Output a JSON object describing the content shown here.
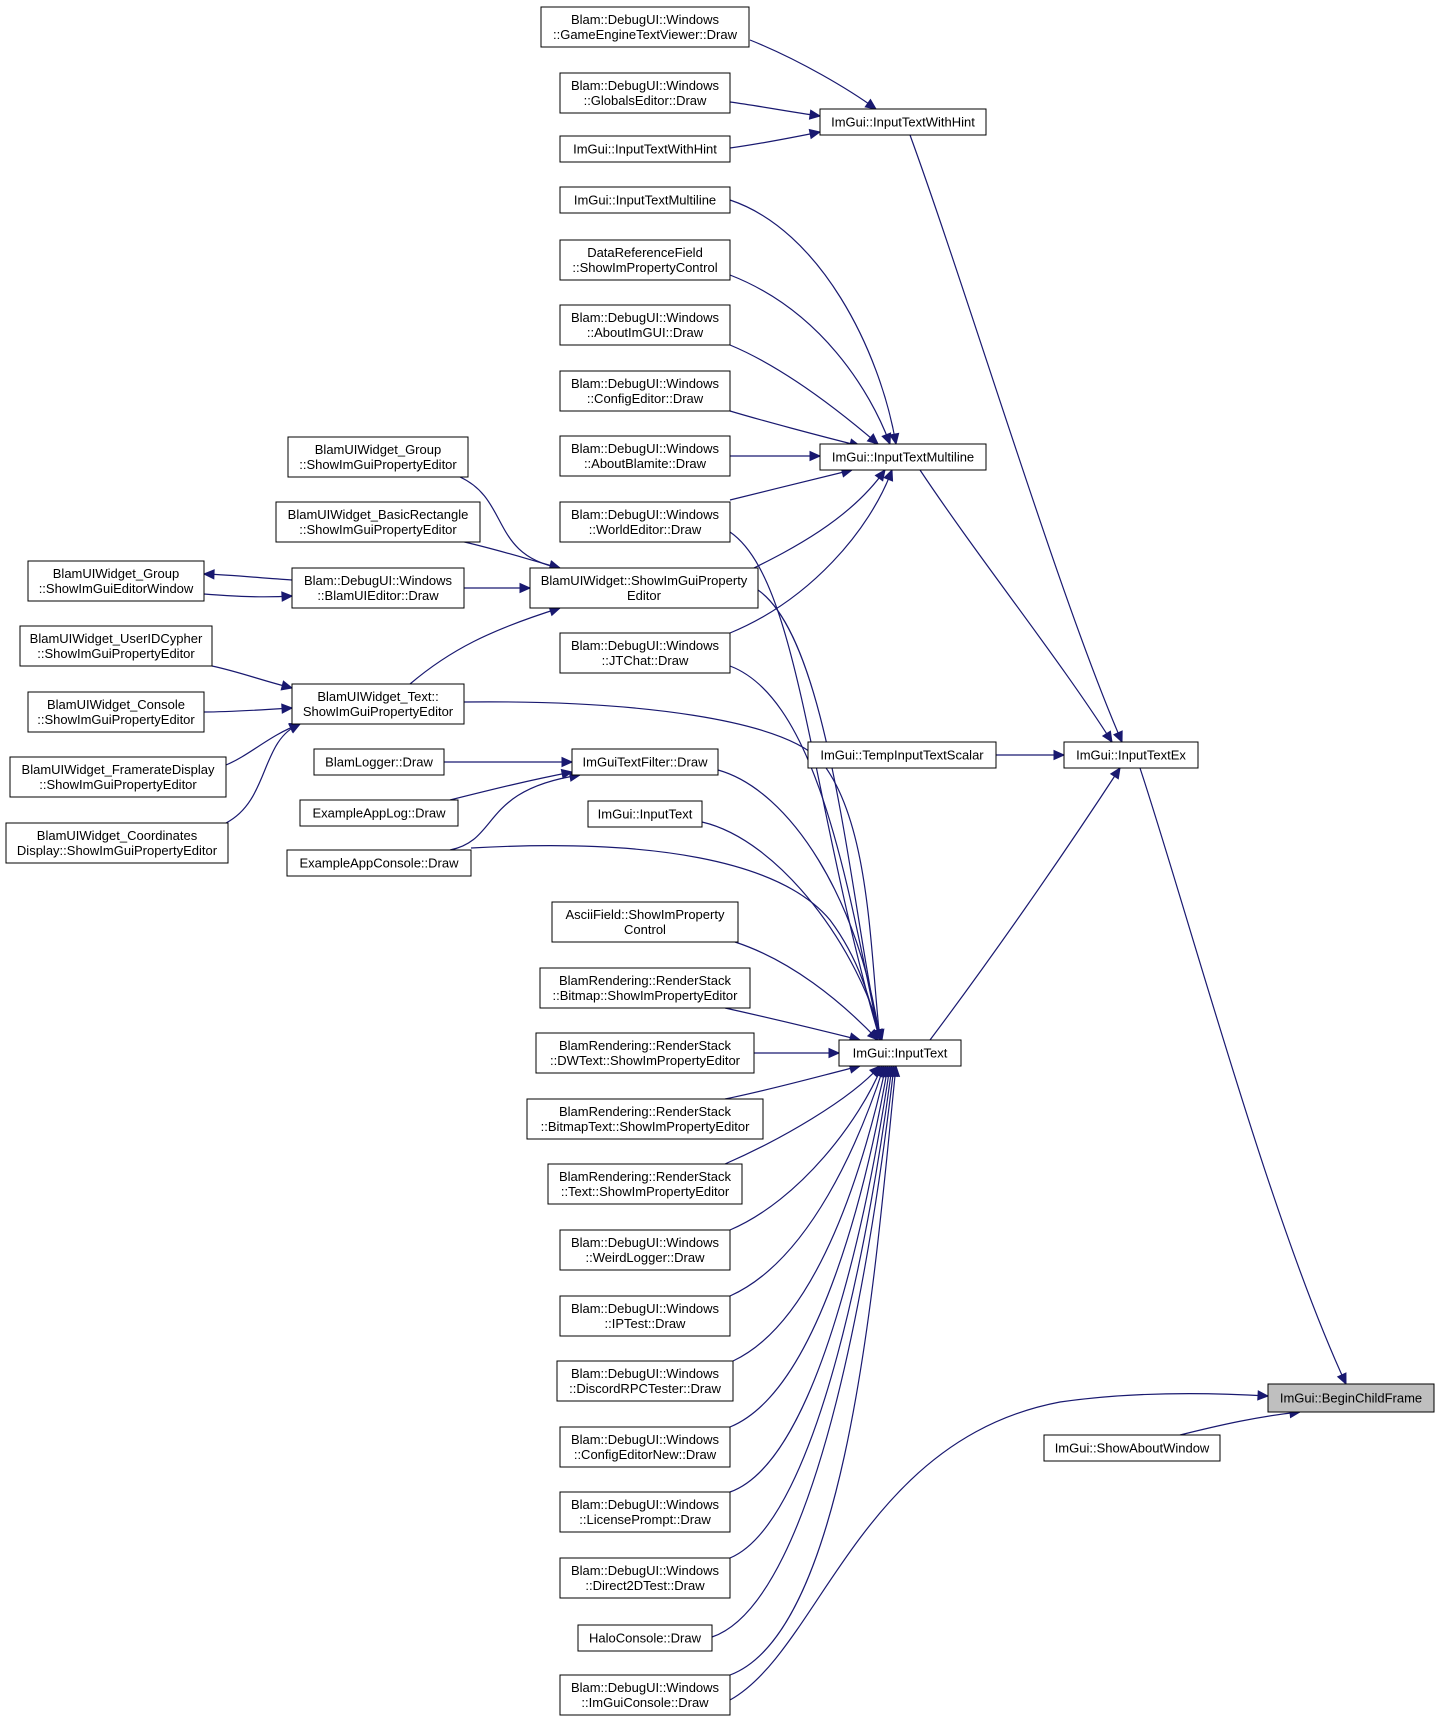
{
  "graph": {
    "target": "ImGui::BeginChildFrame",
    "colors": {
      "edge": "#191970",
      "node_fill": "#ffffff",
      "target_fill": "#bfbfbf",
      "node_border": "#000000"
    },
    "nodes": [
      {
        "id": "n0",
        "lines": [
          "ImGui::BeginChildFrame"
        ],
        "target": true
      },
      {
        "id": "n1",
        "lines": [
          "ImGui::InputTextEx"
        ]
      },
      {
        "id": "n2",
        "lines": [
          "ImGui::ShowAboutWindow"
        ]
      },
      {
        "id": "n3",
        "lines": [
          "ImGui::InputTextWithHint"
        ]
      },
      {
        "id": "n4",
        "lines": [
          "ImGui::InputTextMultiline"
        ]
      },
      {
        "id": "n5",
        "lines": [
          "ImGui::TempInputTextScalar"
        ]
      },
      {
        "id": "n6",
        "lines": [
          "ImGui::InputText"
        ]
      },
      {
        "id": "n7",
        "lines": [
          "Blam::DebugUI::Windows",
          "::GameEngineTextViewer::Draw"
        ]
      },
      {
        "id": "n8",
        "lines": [
          "Blam::DebugUI::Windows",
          "::GlobalsEditor::Draw"
        ]
      },
      {
        "id": "n9",
        "lines": [
          "ImGui::InputTextWithHint"
        ]
      },
      {
        "id": "n10",
        "lines": [
          "ImGui::InputTextMultiline"
        ]
      },
      {
        "id": "n11",
        "lines": [
          "DataReferenceField",
          "::ShowImPropertyControl"
        ]
      },
      {
        "id": "n12",
        "lines": [
          "Blam::DebugUI::Windows",
          "::AboutImGUI::Draw"
        ]
      },
      {
        "id": "n13",
        "lines": [
          "Blam::DebugUI::Windows",
          "::ConfigEditor::Draw"
        ]
      },
      {
        "id": "n14",
        "lines": [
          "Blam::DebugUI::Windows",
          "::AboutBlamite::Draw"
        ]
      },
      {
        "id": "n15",
        "lines": [
          "Blam::DebugUI::Windows",
          "::WorldEditor::Draw"
        ]
      },
      {
        "id": "n16",
        "lines": [
          "BlamUIWidget::ShowImGuiProperty",
          "Editor"
        ]
      },
      {
        "id": "n17",
        "lines": [
          "Blam::DebugUI::Windows",
          "::JTChat::Draw"
        ]
      },
      {
        "id": "n18",
        "lines": [
          "BlamUIWidget_Group",
          "::ShowImGuiPropertyEditor"
        ]
      },
      {
        "id": "n19",
        "lines": [
          "BlamUIWidget_BasicRectangle",
          "::ShowImGuiPropertyEditor"
        ]
      },
      {
        "id": "n20",
        "lines": [
          "Blam::DebugUI::Windows",
          "::BlamUIEditor::Draw"
        ]
      },
      {
        "id": "n21",
        "lines": [
          "BlamUIWidget_Group",
          "::ShowImGuiEditorWindow"
        ]
      },
      {
        "id": "n22",
        "lines": [
          "BlamUIWidget_Text::",
          "ShowImGuiPropertyEditor"
        ]
      },
      {
        "id": "n23",
        "lines": [
          "BlamUIWidget_UserIDCypher",
          "::ShowImGuiPropertyEditor"
        ]
      },
      {
        "id": "n24",
        "lines": [
          "BlamUIWidget_Console",
          "::ShowImGuiPropertyEditor"
        ]
      },
      {
        "id": "n25",
        "lines": [
          "BlamUIWidget_FramerateDisplay",
          "::ShowImGuiPropertyEditor"
        ]
      },
      {
        "id": "n26",
        "lines": [
          "BlamUIWidget_Coordinates",
          "Display::ShowImGuiPropertyEditor"
        ]
      },
      {
        "id": "n27",
        "lines": [
          "ImGuiTextFilter::Draw"
        ]
      },
      {
        "id": "n28",
        "lines": [
          "BlamLogger::Draw"
        ]
      },
      {
        "id": "n29",
        "lines": [
          "ExampleAppLog::Draw"
        ]
      },
      {
        "id": "n30",
        "lines": [
          "ExampleAppConsole::Draw"
        ]
      },
      {
        "id": "n31",
        "lines": [
          "ImGui::InputText"
        ]
      },
      {
        "id": "n32",
        "lines": [
          "AsciiField::ShowImProperty",
          "Control"
        ]
      },
      {
        "id": "n33",
        "lines": [
          "BlamRendering::RenderStack",
          "::Bitmap::ShowImPropertyEditor"
        ]
      },
      {
        "id": "n34",
        "lines": [
          "BlamRendering::RenderStack",
          "::DWText::ShowImPropertyEditor"
        ]
      },
      {
        "id": "n35",
        "lines": [
          "BlamRendering::RenderStack",
          "::BitmapText::ShowImPropertyEditor"
        ]
      },
      {
        "id": "n36",
        "lines": [
          "BlamRendering::RenderStack",
          "::Text::ShowImPropertyEditor"
        ]
      },
      {
        "id": "n37",
        "lines": [
          "Blam::DebugUI::Windows",
          "::WeirdLogger::Draw"
        ]
      },
      {
        "id": "n38",
        "lines": [
          "Blam::DebugUI::Windows",
          "::IPTest::Draw"
        ]
      },
      {
        "id": "n39",
        "lines": [
          "Blam::DebugUI::Windows",
          "::DiscordRPCTester::Draw"
        ]
      },
      {
        "id": "n40",
        "lines": [
          "Blam::DebugUI::Windows",
          "::ConfigEditorNew::Draw"
        ]
      },
      {
        "id": "n41",
        "lines": [
          "Blam::DebugUI::Windows",
          "::LicensePrompt::Draw"
        ]
      },
      {
        "id": "n42",
        "lines": [
          "Blam::DebugUI::Windows",
          "::Direct2DTest::Draw"
        ]
      },
      {
        "id": "n43",
        "lines": [
          "HaloConsole::Draw"
        ]
      },
      {
        "id": "n44",
        "lines": [
          "Blam::DebugUI::Windows",
          "::ImGuiConsole::Draw"
        ]
      }
    ],
    "edges": [
      {
        "from": "n1",
        "to": "n0"
      },
      {
        "from": "n44",
        "to": "n0"
      },
      {
        "from": "n2",
        "to": "n0"
      },
      {
        "from": "n3",
        "to": "n1"
      },
      {
        "from": "n4",
        "to": "n1"
      },
      {
        "from": "n5",
        "to": "n1"
      },
      {
        "from": "n6",
        "to": "n1"
      },
      {
        "from": "n7",
        "to": "n3"
      },
      {
        "from": "n8",
        "to": "n3"
      },
      {
        "from": "n9",
        "to": "n3"
      },
      {
        "from": "n10",
        "to": "n4"
      },
      {
        "from": "n11",
        "to": "n4"
      },
      {
        "from": "n12",
        "to": "n4"
      },
      {
        "from": "n13",
        "to": "n4"
      },
      {
        "from": "n14",
        "to": "n4"
      },
      {
        "from": "n15",
        "to": "n4"
      },
      {
        "from": "n16",
        "to": "n4"
      },
      {
        "from": "n17",
        "to": "n4"
      },
      {
        "from": "n18",
        "to": "n16"
      },
      {
        "from": "n19",
        "to": "n16"
      },
      {
        "from": "n20",
        "to": "n16"
      },
      {
        "from": "n22",
        "to": "n16"
      },
      {
        "from": "n20",
        "to": "n21"
      },
      {
        "from": "n21",
        "to": "n20"
      },
      {
        "from": "n23",
        "to": "n22"
      },
      {
        "from": "n24",
        "to": "n22"
      },
      {
        "from": "n25",
        "to": "n22"
      },
      {
        "from": "n26",
        "to": "n22"
      },
      {
        "from": "n28",
        "to": "n27"
      },
      {
        "from": "n29",
        "to": "n27"
      },
      {
        "from": "n30",
        "to": "n27"
      },
      {
        "from": "n15",
        "to": "n6"
      },
      {
        "from": "n16",
        "to": "n6"
      },
      {
        "from": "n17",
        "to": "n6"
      },
      {
        "from": "n22",
        "to": "n6"
      },
      {
        "from": "n27",
        "to": "n6"
      },
      {
        "from": "n31",
        "to": "n6"
      },
      {
        "from": "n30",
        "to": "n6"
      },
      {
        "from": "n32",
        "to": "n6"
      },
      {
        "from": "n33",
        "to": "n6"
      },
      {
        "from": "n34",
        "to": "n6"
      },
      {
        "from": "n35",
        "to": "n6"
      },
      {
        "from": "n36",
        "to": "n6"
      },
      {
        "from": "n37",
        "to": "n6"
      },
      {
        "from": "n38",
        "to": "n6"
      },
      {
        "from": "n39",
        "to": "n6"
      },
      {
        "from": "n40",
        "to": "n6"
      },
      {
        "from": "n41",
        "to": "n6"
      },
      {
        "from": "n42",
        "to": "n6"
      },
      {
        "from": "n43",
        "to": "n6"
      },
      {
        "from": "n44",
        "to": "n6"
      }
    ]
  }
}
